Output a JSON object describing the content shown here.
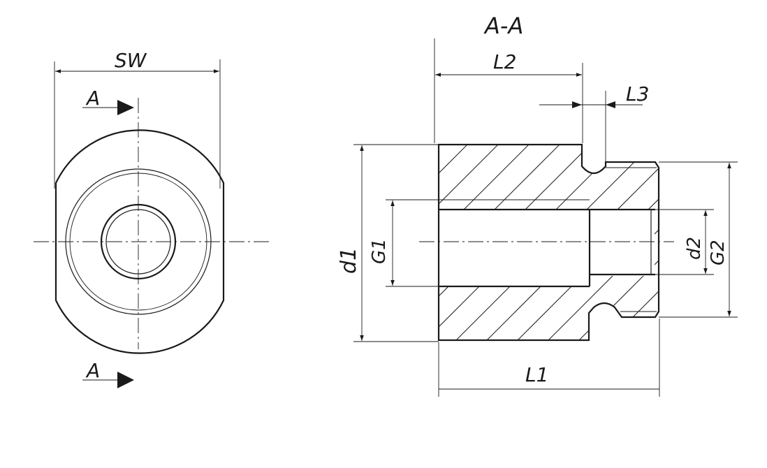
{
  "front_view": {
    "width_label": "SW",
    "section_mark_top": "A",
    "section_mark_bottom": "A"
  },
  "section_view": {
    "title": "A-A",
    "dimensions": {
      "L1": "L1",
      "L2": "L2",
      "L3": "L3",
      "d1": "d1",
      "d2": "d2",
      "G1": "G1",
      "G2": "G2"
    }
  }
}
